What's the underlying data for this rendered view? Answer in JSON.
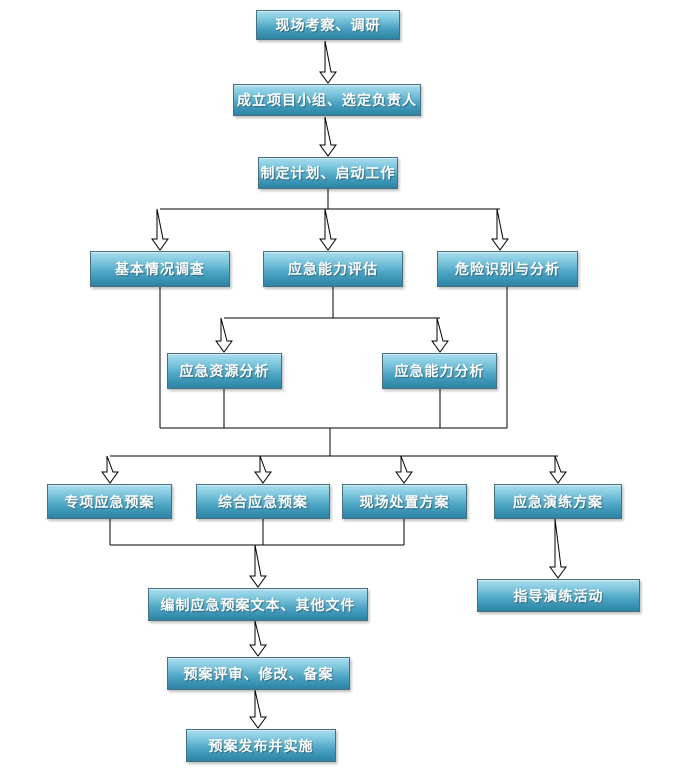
{
  "flowchart": {
    "nodes": {
      "site_survey": "现场考察、调研",
      "form_team": "成立项目小组、选定负责人",
      "make_plan": "制定计划、启动工作",
      "basic_survey": "基本情况调查",
      "capability_assessment": "应急能力评估",
      "hazard_identification": "危险识别与分析",
      "resource_analysis": "应急资源分析",
      "capability_analysis": "应急能力分析",
      "special_plan": "专项应急预案",
      "comprehensive_plan": "综合应急预案",
      "onsite_disposal": "现场处置方案",
      "drill_plan": "应急演练方案",
      "compile_documents": "编制应急预案文本、其他文件",
      "guide_drill": "指导演练活动",
      "review_revise": "预案评审、修改、备案",
      "publish_implement": "预案发布并实施"
    },
    "colors": {
      "box_gradient_top": "#aadeee",
      "box_gradient_mid": "#4aa3c2",
      "box_gradient_bottom": "#2c83a5",
      "box_border": "#47707f",
      "box_text": "#ffffff",
      "connector": "#000000",
      "arrow_fill": "#ffffff",
      "background": "#ffffff"
    }
  }
}
